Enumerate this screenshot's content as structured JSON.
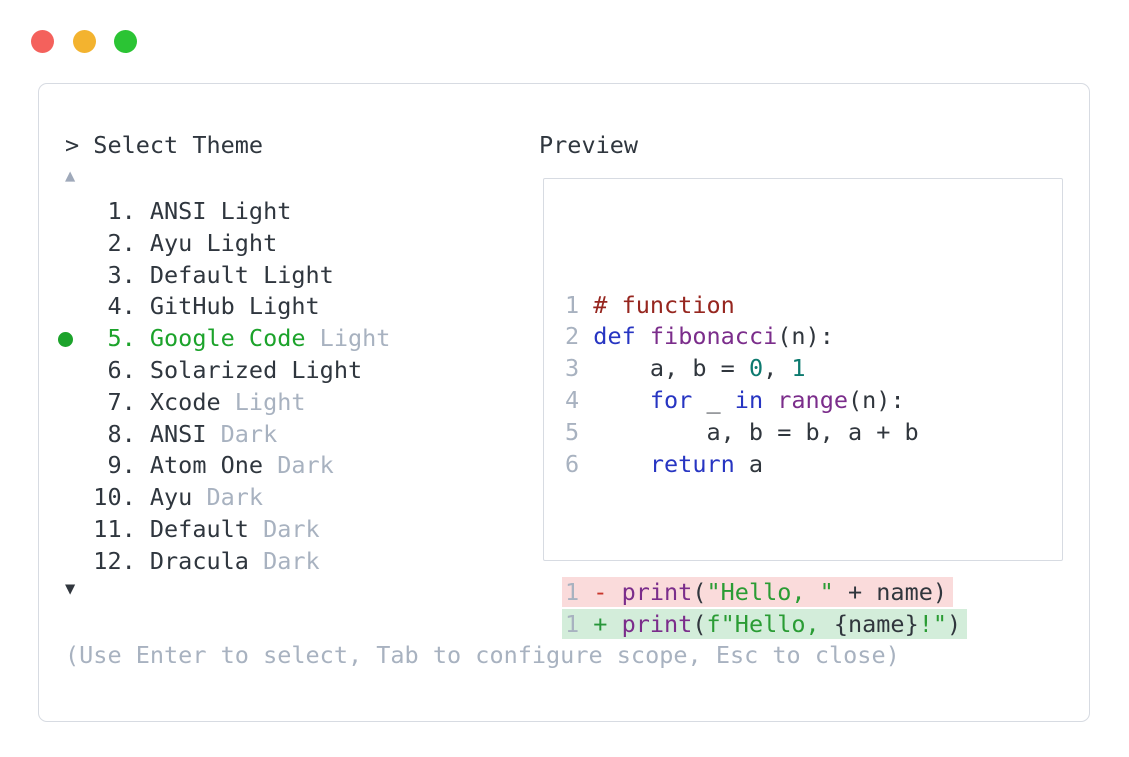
{
  "window": {
    "controls": [
      {
        "name": "close",
        "color": "#f4615c"
      },
      {
        "name": "minimize",
        "color": "#f3b32f"
      },
      {
        "name": "zoom",
        "color": "#2bc434"
      }
    ]
  },
  "picker": {
    "title": "> Select Theme",
    "scroll_up_icon": "▲",
    "scroll_down_icon": "▼",
    "items": [
      {
        "num": 1,
        "name": "ANSI Light",
        "variant": "",
        "selected": false
      },
      {
        "num": 2,
        "name": "Ayu Light",
        "variant": "",
        "selected": false
      },
      {
        "num": 3,
        "name": "Default Light",
        "variant": "",
        "selected": false
      },
      {
        "num": 4,
        "name": "GitHub Light",
        "variant": "",
        "selected": false
      },
      {
        "num": 5,
        "name": "Google Code",
        "variant": "Light",
        "selected": true
      },
      {
        "num": 6,
        "name": "Solarized Light",
        "variant": "",
        "selected": false
      },
      {
        "num": 7,
        "name": "Xcode",
        "variant": "Light",
        "selected": false
      },
      {
        "num": 8,
        "name": "ANSI",
        "variant": "Dark",
        "selected": false
      },
      {
        "num": 9,
        "name": "Atom One",
        "variant": "Dark",
        "selected": false
      },
      {
        "num": 10,
        "name": "Ayu",
        "variant": "Dark",
        "selected": false
      },
      {
        "num": 11,
        "name": "Default",
        "variant": "Dark",
        "selected": false
      },
      {
        "num": 12,
        "name": "Dracula",
        "variant": "Dark",
        "selected": false
      }
    ],
    "footer": "(Use Enter to select, Tab to configure scope, Esc to close)"
  },
  "preview": {
    "label": "Preview",
    "code_lines": [
      {
        "num": "1",
        "tokens": [
          {
            "t": "# function",
            "c": "comment"
          }
        ]
      },
      {
        "num": "2",
        "tokens": [
          {
            "t": "def",
            "c": "kw"
          },
          {
            "t": " ",
            "c": "plain"
          },
          {
            "t": "fibonacci",
            "c": "fn"
          },
          {
            "t": "(n):",
            "c": "plain"
          }
        ]
      },
      {
        "num": "3",
        "tokens": [
          {
            "t": "    a, b = ",
            "c": "plain"
          },
          {
            "t": "0",
            "c": "num"
          },
          {
            "t": ", ",
            "c": "plain"
          },
          {
            "t": "1",
            "c": "num"
          }
        ]
      },
      {
        "num": "4",
        "tokens": [
          {
            "t": "    ",
            "c": "plain"
          },
          {
            "t": "for",
            "c": "kw"
          },
          {
            "t": " _ ",
            "c": "plain"
          },
          {
            "t": "in",
            "c": "kw"
          },
          {
            "t": " ",
            "c": "plain"
          },
          {
            "t": "range",
            "c": "fn"
          },
          {
            "t": "(n):",
            "c": "plain"
          }
        ]
      },
      {
        "num": "5",
        "tokens": [
          {
            "t": "        a, b = b, a + b",
            "c": "plain"
          }
        ]
      },
      {
        "num": "6",
        "tokens": [
          {
            "t": "    ",
            "c": "plain"
          },
          {
            "t": "return",
            "c": "kw"
          },
          {
            "t": " a",
            "c": "plain"
          }
        ]
      }
    ],
    "diff_lines": [
      {
        "num": "1",
        "sign": "-",
        "type": "removed",
        "tokens": [
          {
            "t": "print",
            "c": "fn"
          },
          {
            "t": "(",
            "c": "plain"
          },
          {
            "t": "\"Hello, \"",
            "c": "str"
          },
          {
            "t": " + name)",
            "c": "plain"
          }
        ]
      },
      {
        "num": "1",
        "sign": "+",
        "type": "added",
        "tokens": [
          {
            "t": "print",
            "c": "fn"
          },
          {
            "t": "(",
            "c": "plain"
          },
          {
            "t": "f\"Hello, ",
            "c": "str"
          },
          {
            "t": "{name}",
            "c": "plain"
          },
          {
            "t": "!\"",
            "c": "str"
          },
          {
            "t": ")",
            "c": "plain"
          }
        ]
      }
    ]
  },
  "colors": {
    "dark": "#2f363e",
    "dim": "#a8b2c0",
    "green": "#1ca32b",
    "border": "#d7dbe2",
    "arrow_up": "#9fa9ba",
    "arrow_down": "#31373e",
    "comment": "#96261f",
    "keyword": "#2735c2",
    "function": "#7b2d8b",
    "number": "#0d7a6f",
    "string": "#2a9c34",
    "plain": "#30363d",
    "line_number": "#a8b2c0",
    "diff_minus": "#c8362b",
    "diff_plus": "#27963a",
    "diff_removed_bg": "#fadbdb",
    "diff_added_bg": "#d3edda"
  }
}
